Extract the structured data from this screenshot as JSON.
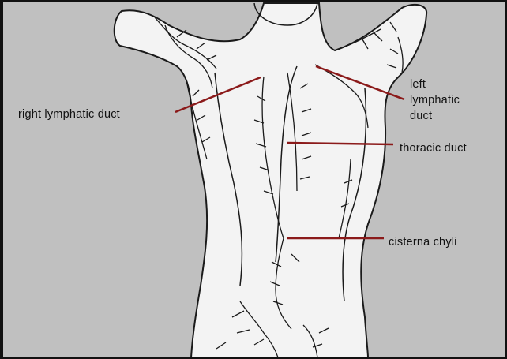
{
  "diagram": {
    "labels": {
      "right_lymphatic_duct": "right lymphatic duct",
      "left_lymphatic_duct": "left lymphatic duct",
      "thoracic_duct": "thoracic duct",
      "cisterna_chyli": "cisterna chyli"
    },
    "colors": {
      "background": "#c0c0c0",
      "body": "#f3f3f3",
      "outline": "#1a1a1a",
      "leader_line": "#8b1a1a"
    }
  }
}
